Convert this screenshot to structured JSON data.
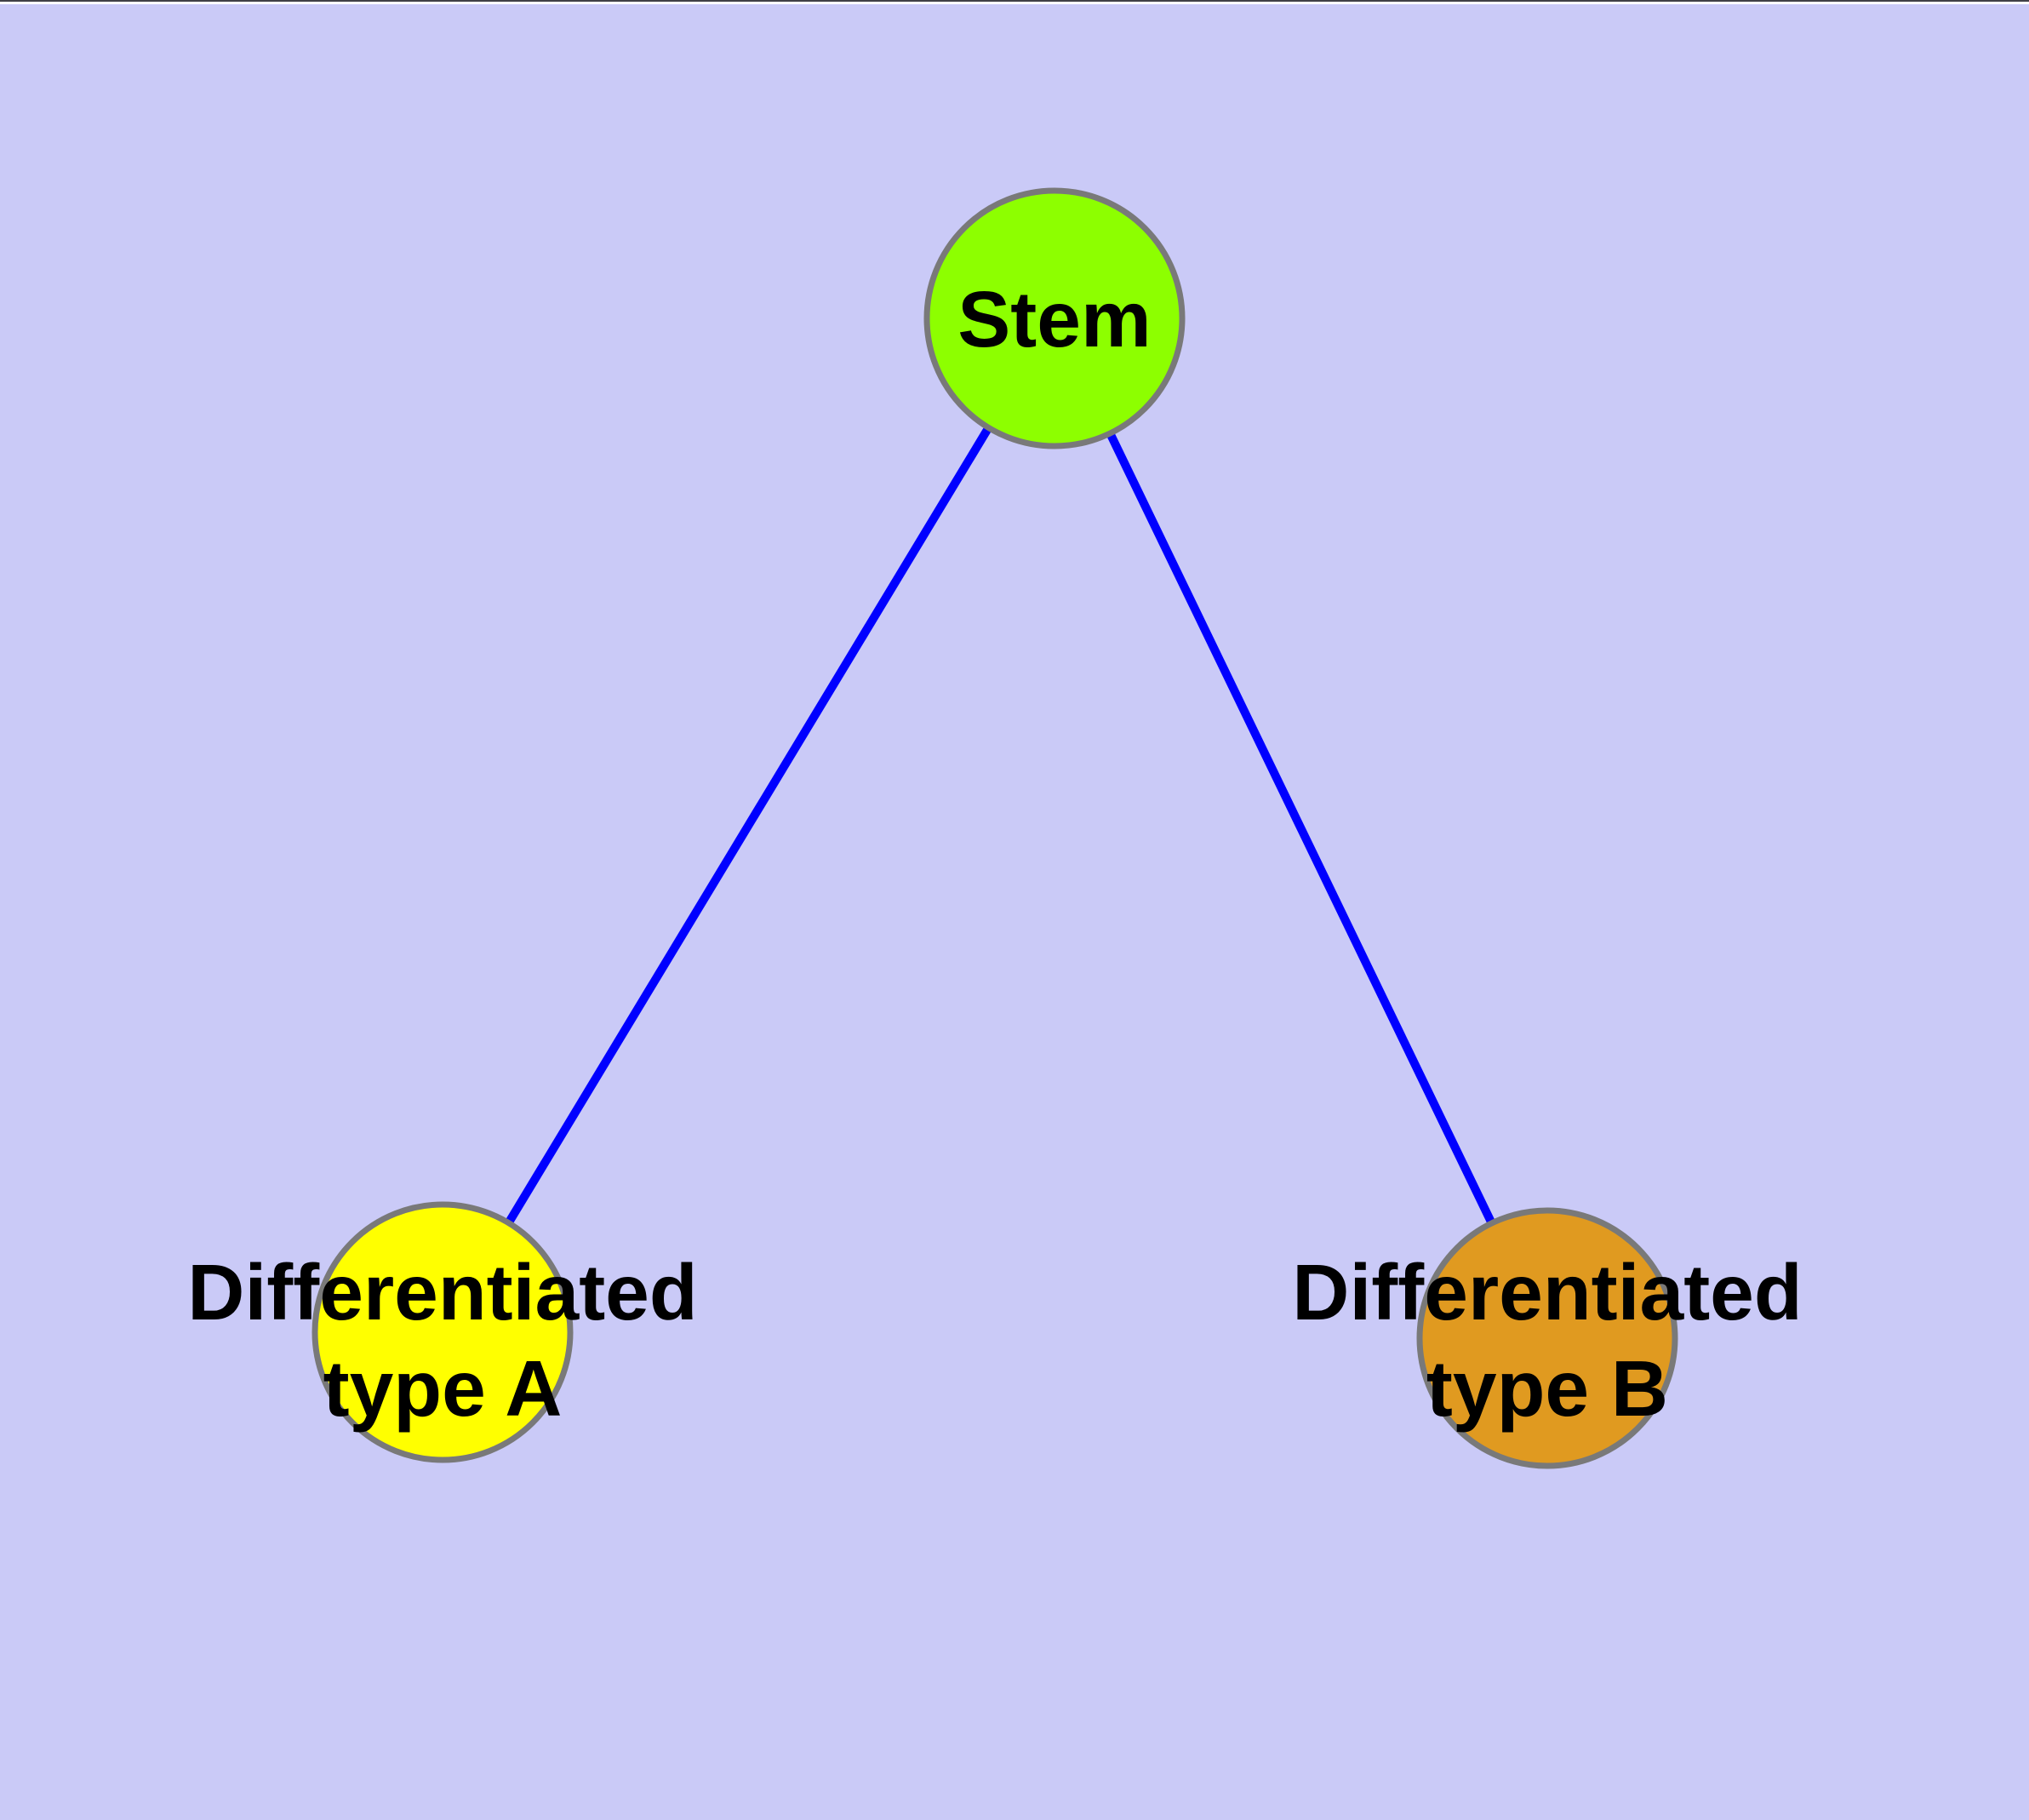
{
  "diagram": {
    "background_color": "#cacaf7",
    "window_top_line_color": "#3f3f46",
    "window_top_strip_color": "#ffffff",
    "text_color": "#000000",
    "edge_color": "#0000ff",
    "node_border_color": "#797979",
    "nodes": [
      {
        "id": "stem",
        "label": "Stem",
        "line1": "Stem",
        "line2": "",
        "fill_color": "#8dff00"
      },
      {
        "id": "differentiated-type-a",
        "label": "Differentiated type A",
        "line1": "Differentiated",
        "line2": "type A",
        "fill_color": "#ffff00"
      },
      {
        "id": "differentiated-type-b",
        "label": "Differentiated type B",
        "line1": "Differentiated",
        "line2": "type B",
        "fill_color": "#e09a20"
      }
    ],
    "edges": [
      {
        "from": "stem",
        "to": "differentiated-type-a"
      },
      {
        "from": "stem",
        "to": "differentiated-type-b"
      }
    ]
  }
}
